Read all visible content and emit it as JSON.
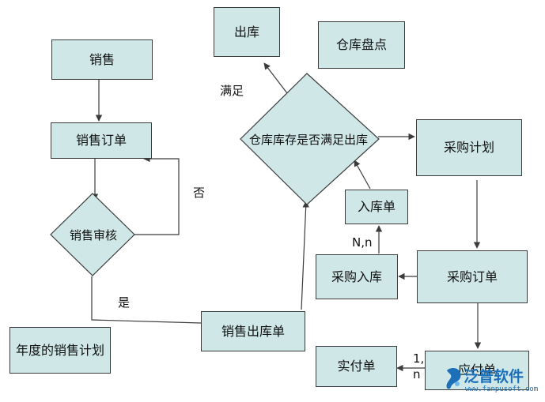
{
  "nodes": {
    "sales": "销售",
    "sales_order": "销售订单",
    "sales_review": "销售审核",
    "annual_plan": "年度的销售计划",
    "sales_outbound": "销售出库单",
    "stock_check": "仓库库存是否满足出库",
    "outbound": "出库",
    "inventory_count": "仓库盘点",
    "purchase_plan": "采购计划",
    "receipt": "入库单",
    "purchase_inbound": "采购入库",
    "purchase_order": "采购订单",
    "payable": "应付单",
    "actual_pay": "实付单"
  },
  "edge_labels": {
    "no": "否",
    "yes": "是",
    "satisfied": "满足",
    "nn": "N,n",
    "one": "1,",
    "n": "n"
  },
  "watermark": {
    "name": "泛普软件",
    "url": "www.fanpusoft.com"
  },
  "colors": {
    "node_fill": "#cfe7e7",
    "stroke": "#3b3b3b",
    "watermark": "#1d6fb8"
  }
}
